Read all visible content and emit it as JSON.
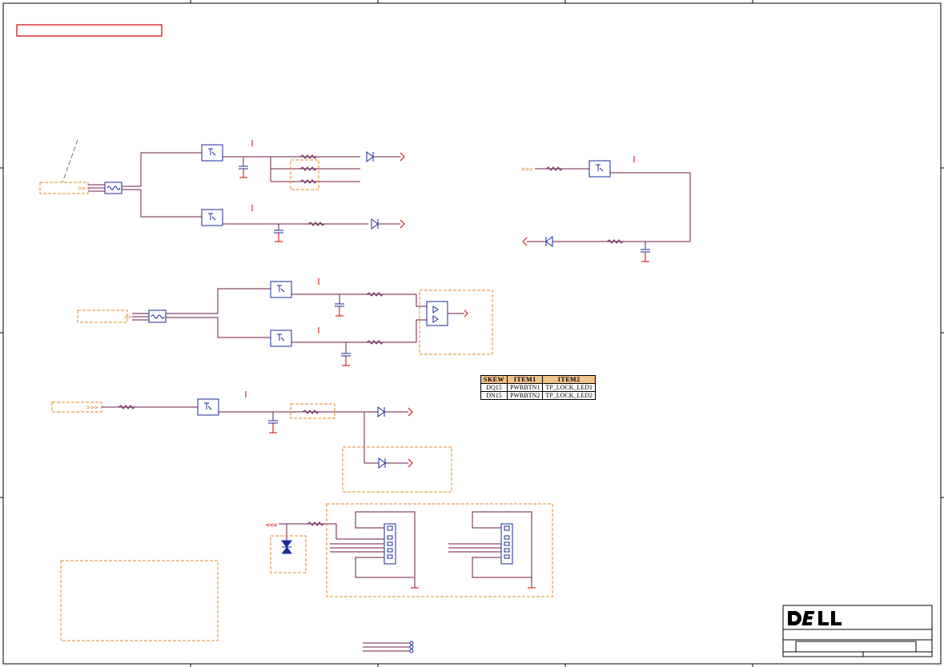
{
  "title_block": {
    "logo": "DELL"
  },
  "skew_table": {
    "headers": [
      "SKEW",
      "ITEM1",
      "ITEM2"
    ],
    "rows": [
      [
        "DQ15",
        "PWRBTN1",
        "TP_LOCK_LED1"
      ],
      [
        "DN15",
        "PWRBTN2",
        "TP_LOCK_LED2"
      ]
    ]
  },
  "colors": {
    "wire": "#6e1a4a",
    "component": "#1a2a9a",
    "power": "#cc0000",
    "dashed_box": "#e08a2a",
    "border": "#000000",
    "table_header": "#f2c08a"
  }
}
